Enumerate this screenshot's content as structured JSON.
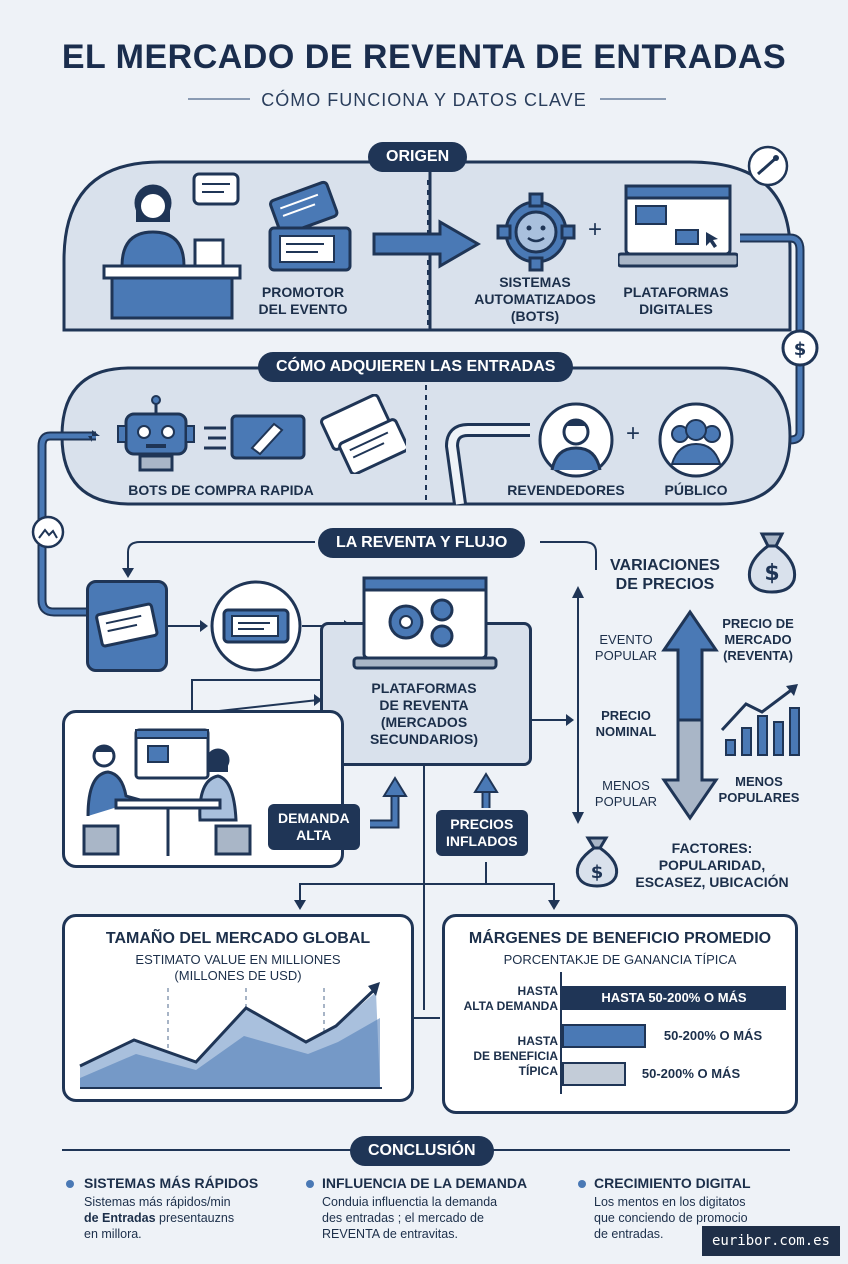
{
  "header": {
    "title": "EL MERCADO DE REVENTA DE ENTRADAS",
    "subtitle": "CÓMO FUNCIONA Y DATOS CLAVE"
  },
  "origen": {
    "pill": "ORIGEN",
    "promotor": "PROMOTOR\nDEL EVENTO",
    "sistemas": "SISTEMAS\nAUTOMATIZADOS\n(BOTS)",
    "plataformas": "PLATAFORMAS\nDIGITALES"
  },
  "adquieren": {
    "pill": "CÓMO ADQUIEREN LAS ENTRADAS",
    "bots": "BOTS DE COMPRA RAPIDA",
    "revendedores": "REVENDEDORES",
    "publico": "PÚBLICO"
  },
  "reventa": {
    "pill": "LA REVENTA Y FLUJO",
    "plataformas_reventa": "PLATAFORMAS\nDE REVENTA\n(MERCADOS\nSECUNDARIOS)",
    "demanda_alta": "DEMANDA\nALTA",
    "precios_inflados": "PRECIOS\nINFLADOS"
  },
  "variaciones": {
    "title": "VARIACIONES\nDE PRECIOS",
    "evento_popular": "EVENTO\nPOPULAR",
    "precio_nominal": "PRECIO\nNOMINAL",
    "menos_popular": "MENOS\nPOPULAR",
    "precio_mercado": "PRECIO DE\nMERCADO\n(REVENTA)",
    "menos_populares": "MENOS\nPOPULARES",
    "factores": "FACTORES:\nPOPULARIDAD,\nESCASEZ, UBICACIÓN"
  },
  "mercado_global": {
    "title": "TAMAÑO DEL MERCADO GLOBAL",
    "subtitle": "ESTIMATO VALUE EN MILLIONES\n(MILLONES DE USD)"
  },
  "margenes": {
    "title": "MÁRGENES DE BENEFICIO PROMEDIO",
    "subtitle": "PORCENTAKJE DE GANANCIA TÍPICA",
    "rows": [
      {
        "label": "HASTA\nALTA DEMANDA",
        "value_text": "HASTA 50-200% O MÁS",
        "color": "#1f3556"
      },
      {
        "label": "HASTA\nDE BENEFICIA\nTÍPICA",
        "value_text": "50-200% O MÁS",
        "color": "#4a79b5"
      },
      {
        "label": "",
        "value_text": "50-200% O MÁS",
        "color": "#c3ccd8"
      }
    ]
  },
  "conclusion": {
    "pill": "CONCLUSIÓN",
    "items": [
      {
        "heading": "SISTEMAS MÁS RÁPIDOS",
        "text_a": "Sistemas más rápidos/min",
        "text_b": "de Entradas",
        "text_c": " presentauzns",
        "text_d": "en millora."
      },
      {
        "heading": "INFLUENCIA DE LA DEMANDA",
        "text_a": "Conduia influenctia la demanda",
        "text_b": "des entradas ; el mercado de",
        "text_c": "REVENTA de entravitas.",
        "text_d": ""
      },
      {
        "heading": "CRECIMIENTO DIGITAL",
        "text_a": "Los mentos en los digitatos",
        "text_b": "que conciendo de promocio",
        "text_c": "de entradas.",
        "text_d": ""
      }
    ]
  },
  "watermark": "euribor.com.es",
  "colors": {
    "navy": "#1f3556",
    "blue": "#4a79b5",
    "light": "#d9e1ec",
    "bg": "#eef2f7"
  }
}
